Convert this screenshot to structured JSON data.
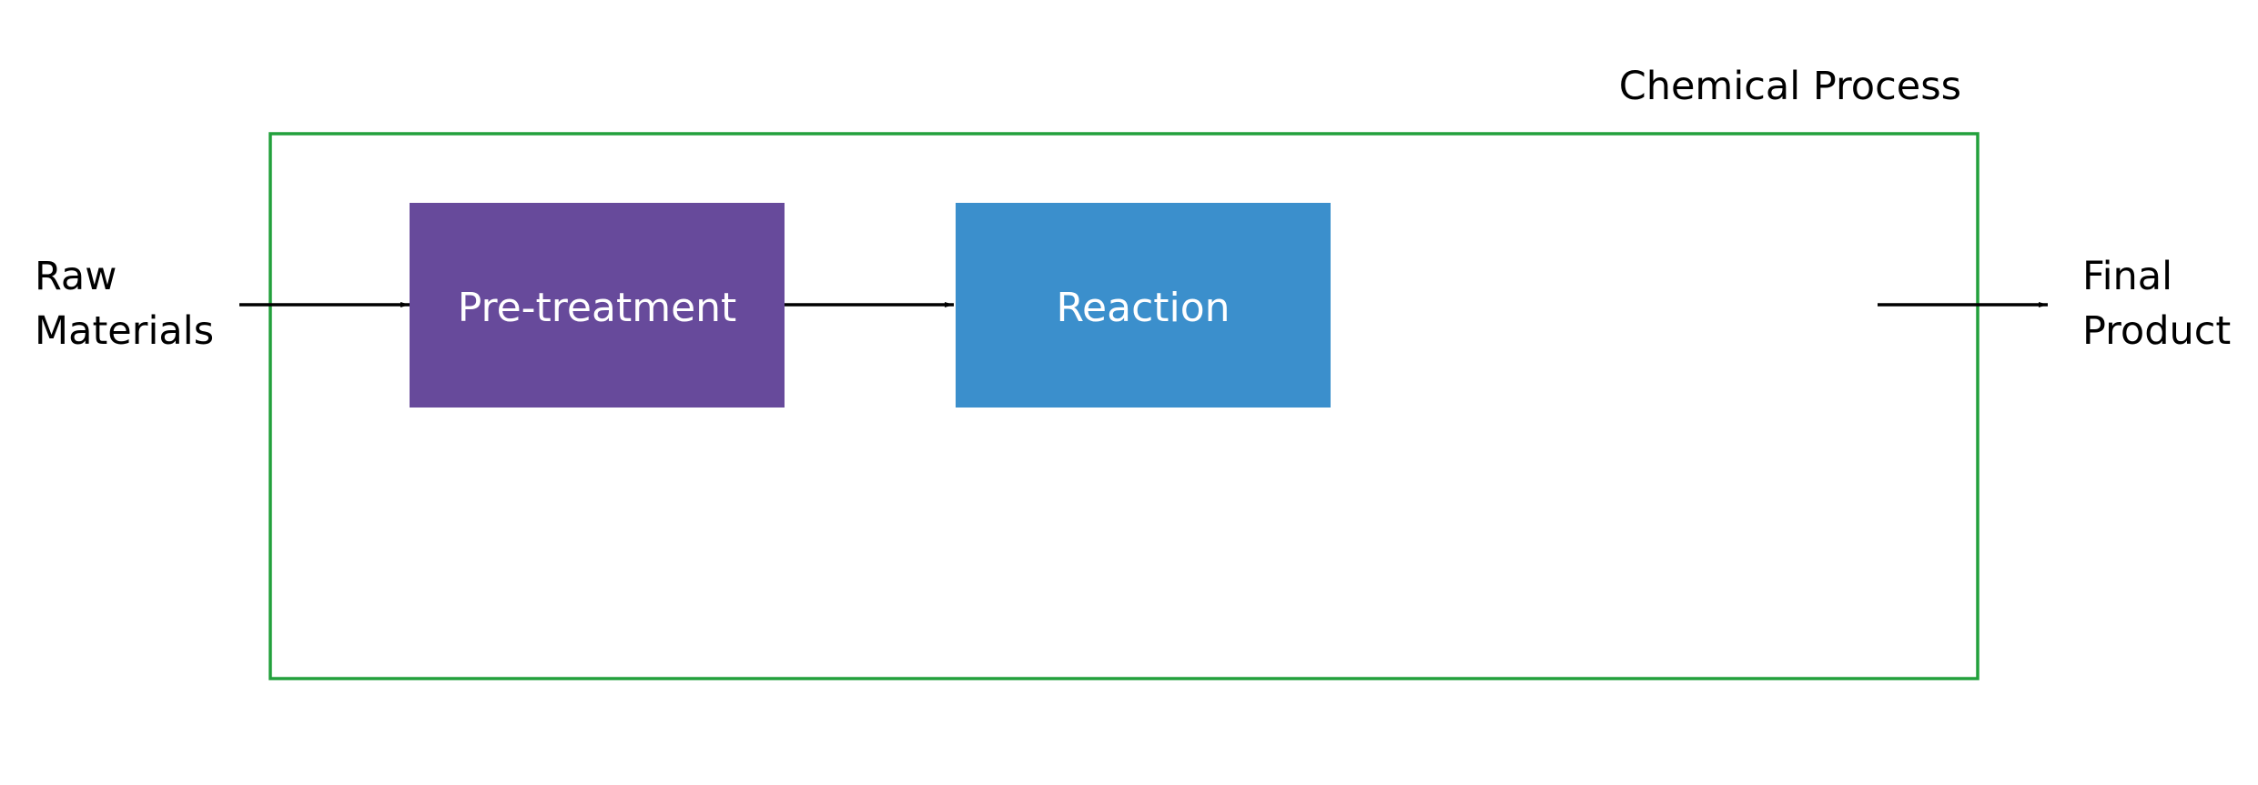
{
  "diagram": {
    "container": {
      "label": "Chemical Process",
      "border_color": "#22a03c"
    },
    "input": {
      "line1": "Raw",
      "line2": "Materials"
    },
    "output": {
      "line1": "Final",
      "line2": "Product"
    },
    "steps": [
      {
        "label": "Pre-treatment",
        "color": "#674a9b"
      },
      {
        "label": "Reaction",
        "color": "#3b8fcc"
      }
    ],
    "arrow_color": "#000000"
  }
}
